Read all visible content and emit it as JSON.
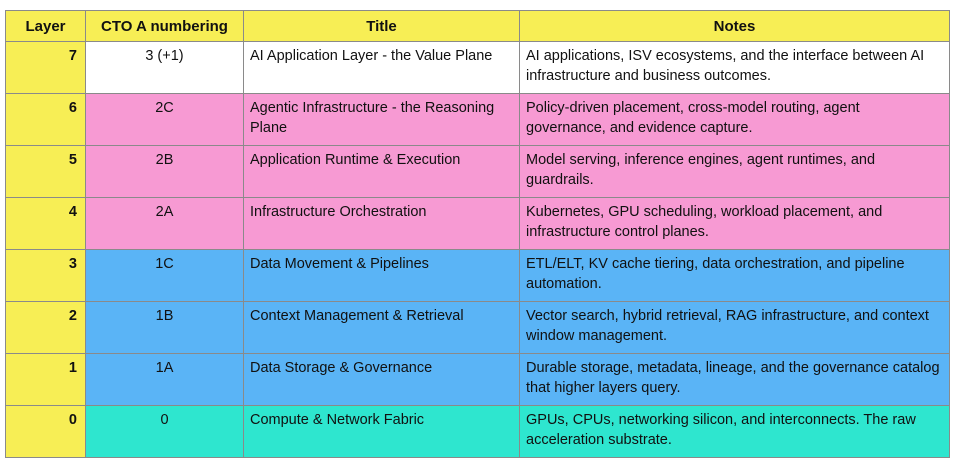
{
  "headers": {
    "layer": "Layer",
    "cto": "CTO A numbering",
    "title": "Title",
    "notes": "Notes"
  },
  "colors": {
    "yellow": "#f7ee55",
    "white": "#ffffff",
    "pink": "#f79ad3",
    "blue": "#5ab4f6",
    "teal": "#2ee6cf"
  },
  "rows": [
    {
      "layer": "7",
      "cto": "3 (+1)",
      "title": "AI Application Layer - the Value Plane",
      "notes": "AI applications, ISV ecosystems, and the interface between AI infrastructure and business outcomes.",
      "color": "white"
    },
    {
      "layer": "6",
      "cto": "2C",
      "title": "Agentic Infrastructure - the Reasoning Plane",
      "notes": "Policy-driven placement, cross-model routing, agent governance, and evidence capture.",
      "color": "pink"
    },
    {
      "layer": "5",
      "cto": "2B",
      "title": "Application Runtime & Execution",
      "notes": "Model serving, inference engines, agent runtimes, and guardrails.",
      "color": "pink"
    },
    {
      "layer": "4",
      "cto": "2A",
      "title": "Infrastructure Orchestration",
      "notes": "Kubernetes, GPU scheduling, workload placement, and infrastructure control planes.",
      "color": "pink"
    },
    {
      "layer": "3",
      "cto": "1C",
      "title": "Data Movement & Pipelines",
      "notes": "ETL/ELT, KV cache tiering, data orchestration, and pipeline automation.",
      "color": "blue"
    },
    {
      "layer": "2",
      "cto": "1B",
      "title": "Context Management & Retrieval",
      "notes": "Vector search, hybrid retrieval, RAG infrastructure, and context window management.",
      "color": "blue"
    },
    {
      "layer": "1",
      "cto": "1A",
      "title": "Data Storage & Governance",
      "notes": "Durable storage, metadata, lineage, and the governance catalog that higher layers query.",
      "color": "blue"
    },
    {
      "layer": "0",
      "cto": "0",
      "title": "Compute & Network Fabric",
      "notes": "GPUs, CPUs, networking silicon, and interconnects. The raw acceleration substrate.",
      "color": "teal"
    }
  ]
}
